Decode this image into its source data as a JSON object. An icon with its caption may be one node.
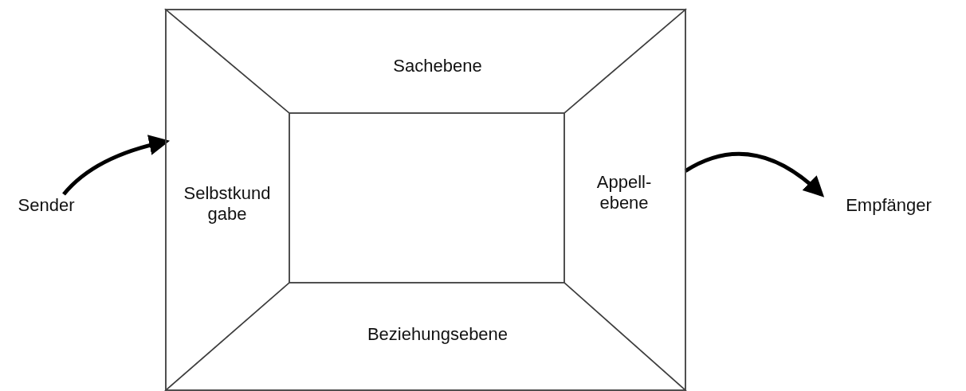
{
  "diagram": {
    "nodes": [
      {
        "text": [
          "Sender"
        ]
      },
      {
        "text": [],
        "shape": "box"
      },
      {
        "text": [
          "Sachebene"
        ],
        "in": 1
      },
      {
        "text": [
          "Selbstkund gabe"
        ],
        "in": 1
      },
      {
        "text": [],
        "shape": "box",
        "in": 1
      },
      {
        "text": [
          "Appell- ebene"
        ],
        "in": 1
      },
      {
        "text": [
          "Beziehungsebene"
        ],
        "in": 1
      },
      {
        "text": [
          "Empfänger"
        ]
      }
    ],
    "edges": [
      {
        "from": 0,
        "to": 1,
        "arrow": "to"
      },
      {
        "from": 1,
        "to": 7,
        "arrow": "to"
      }
    ]
  }
}
